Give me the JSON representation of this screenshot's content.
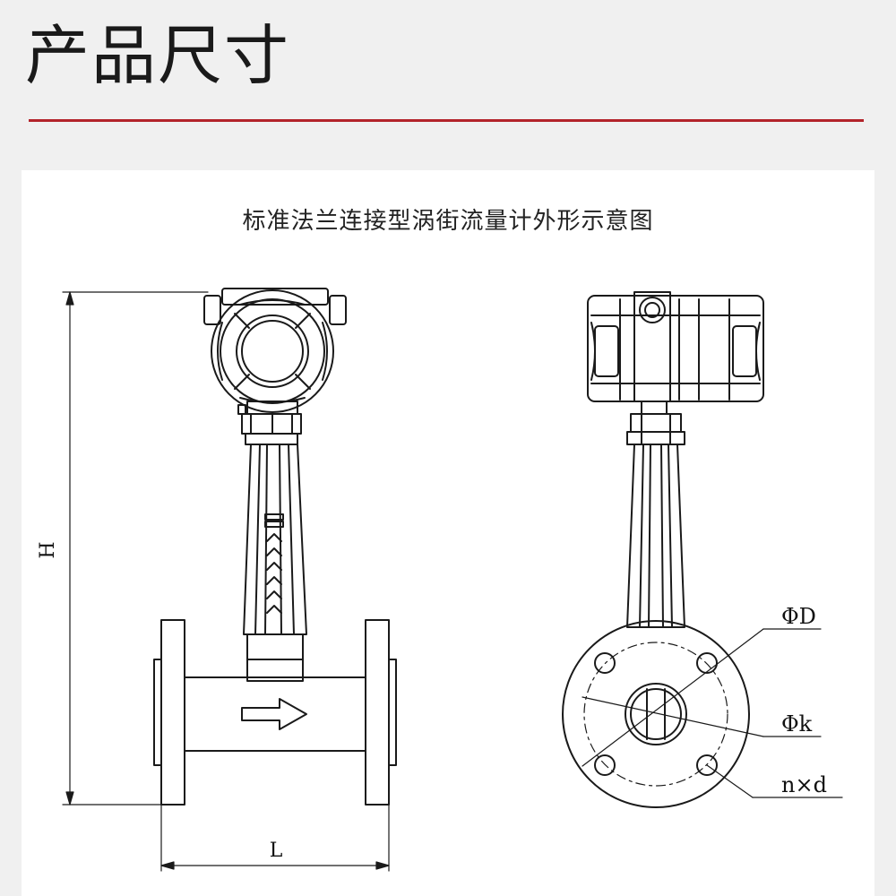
{
  "header": {
    "title": "产品尺寸",
    "rule_color": "#b3232a"
  },
  "drawing": {
    "title": "标准法兰连接型涡街流量计外形示意图",
    "labels": {
      "height": "H",
      "length": "L",
      "outer_diameter": "ΦD",
      "bolt_circle": "Φk",
      "bolt_holes": "n×d"
    }
  }
}
